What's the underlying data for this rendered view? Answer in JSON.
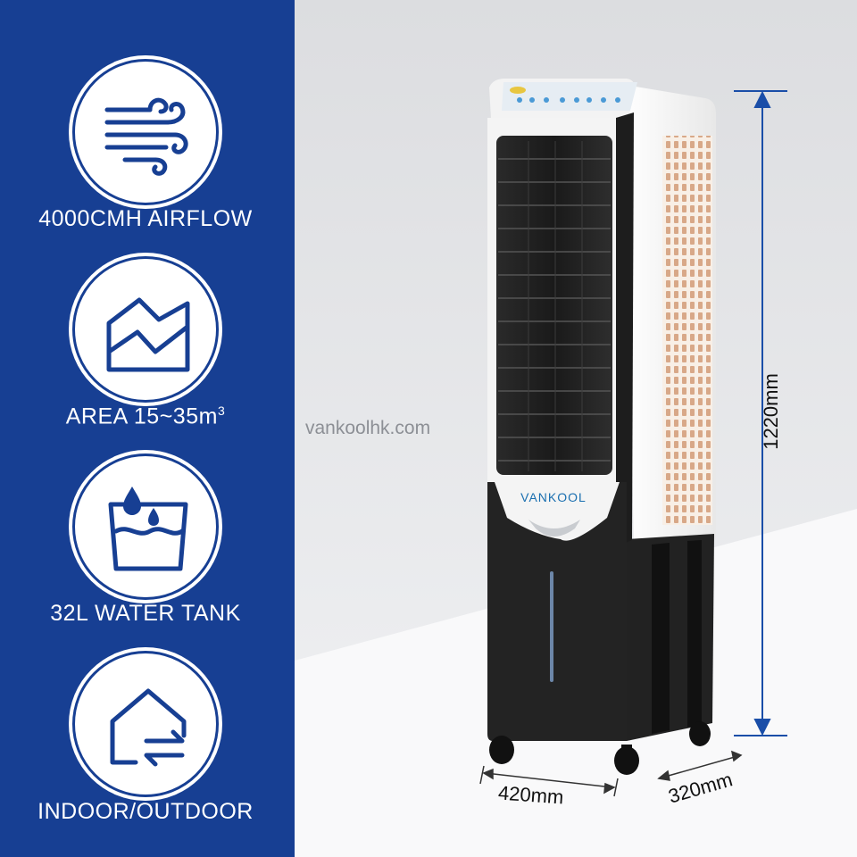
{
  "features": [
    {
      "icon": "wind-icon",
      "label": "4000CMH AIRFLOW"
    },
    {
      "icon": "area-icon",
      "label": "AREA 15~35m",
      "superscript": "3"
    },
    {
      "icon": "water-tank-icon",
      "label": "32L WATER TANK"
    },
    {
      "icon": "house-arrows-icon",
      "label": "INDOOR/OUTDOOR"
    }
  ],
  "product": {
    "brand": "VANKOOL",
    "watermark": "vankoolhk.com"
  },
  "dimensions": {
    "height": "1220mm",
    "width": "420mm",
    "depth": "320mm"
  },
  "colors": {
    "sidebar_blue": "#173f93",
    "dimension_blue": "#1a4ea8",
    "cooler_black": "#1e1e1e",
    "cooler_white": "#f7f7f7"
  }
}
